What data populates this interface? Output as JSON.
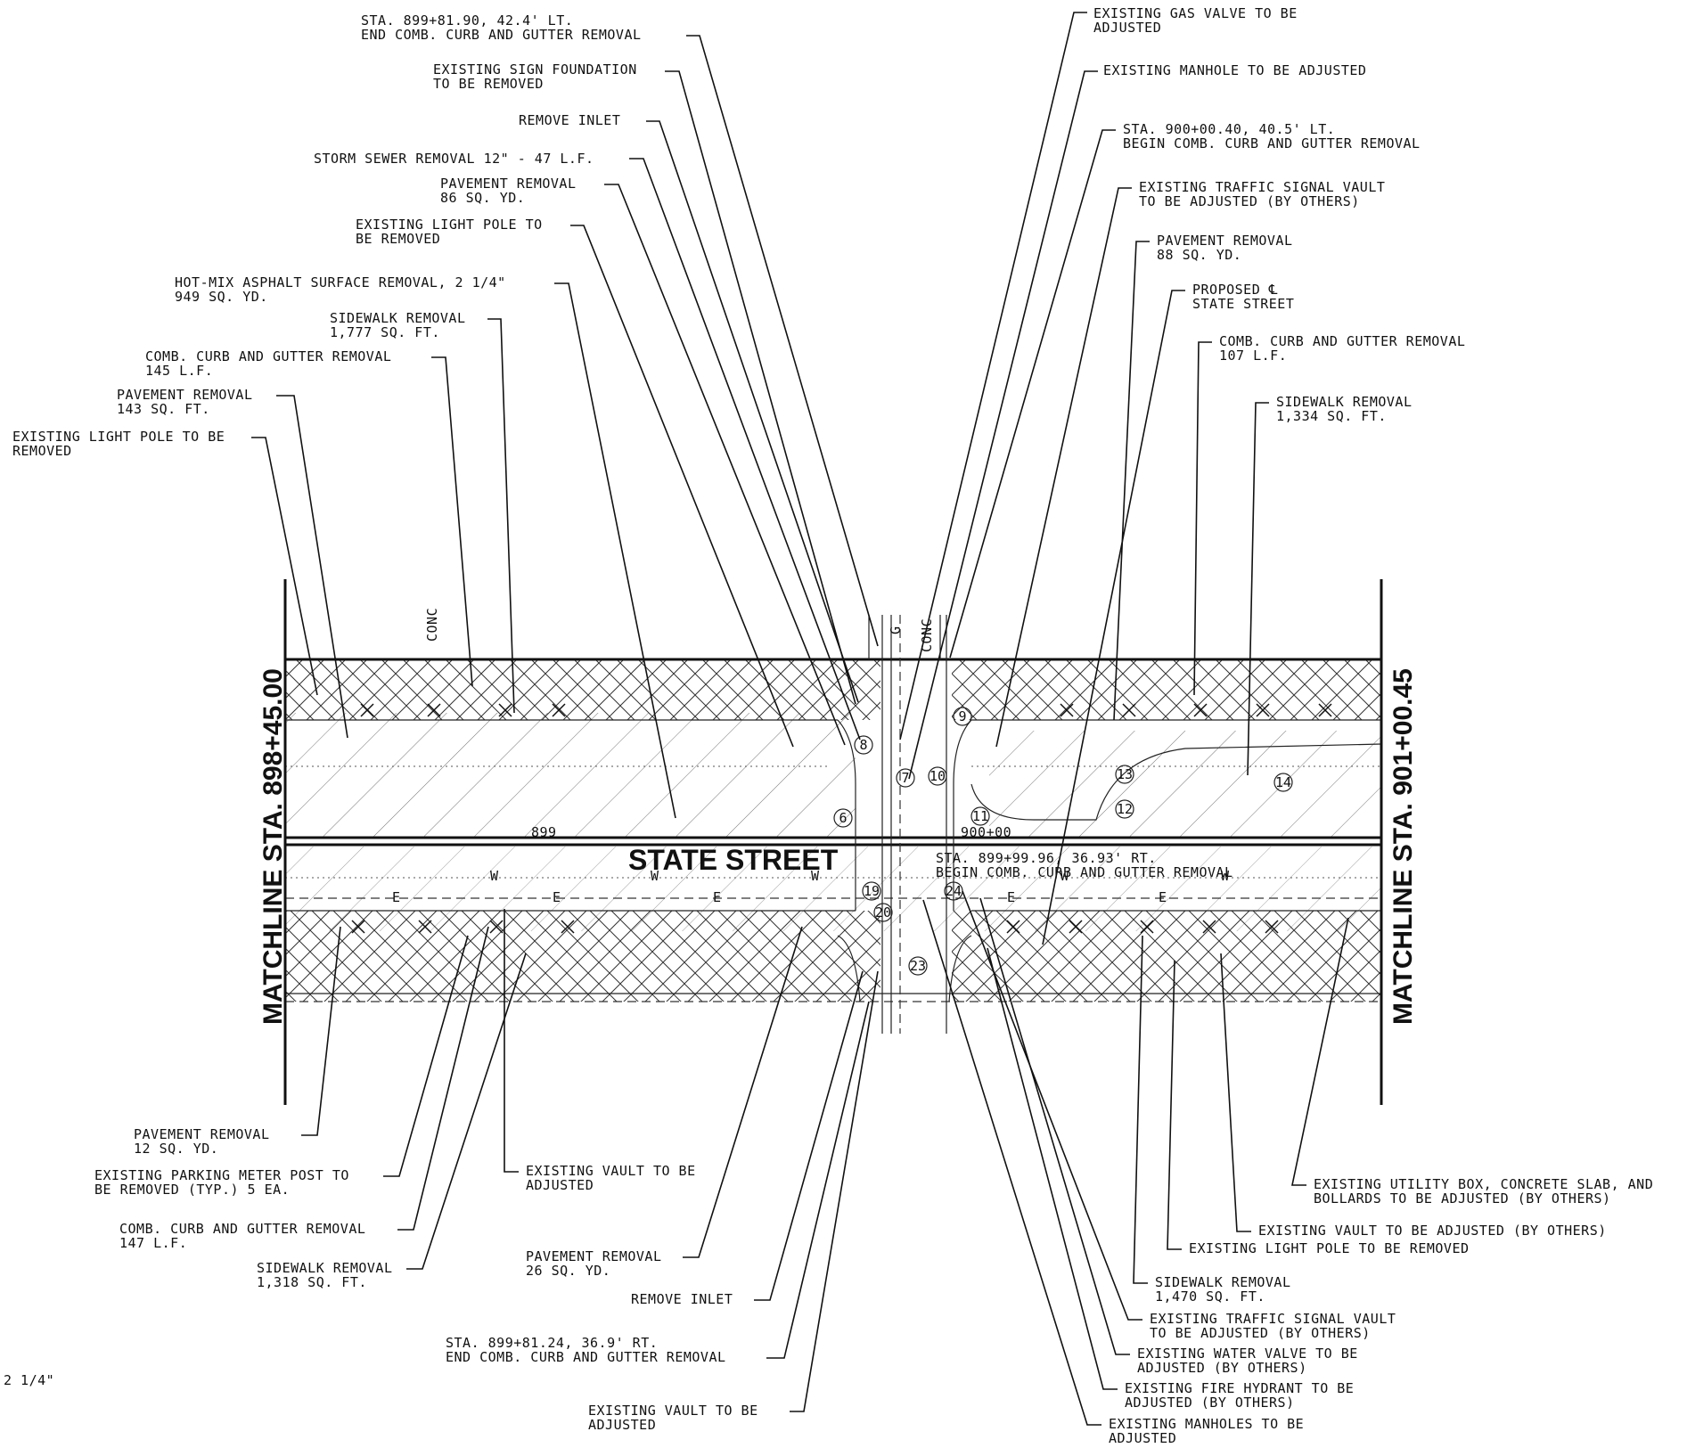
{
  "street_name": "STATE STREET",
  "matchline_left": "MATCHLINE STA. 898+45.00",
  "matchline_right": "MATCHLINE STA. 901+00.45",
  "station_899": "899",
  "station_900": "900+00",
  "conc_left": "CONC",
  "conc_right": "CONC",
  "gas_mark": "G",
  "water_mark": "W",
  "electric_mark": "E",
  "edge_note": "2 1/4\"",
  "callouts": {
    "top_left": [
      [
        "STA. 899+81.90, 42.4' LT.",
        "END COMB. CURB AND GUTTER REMOVAL"
      ],
      [
        "EXISTING SIGN FOUNDATION",
        "TO BE REMOVED"
      ],
      [
        "REMOVE INLET"
      ],
      [
        "STORM SEWER REMOVAL 12\" - 47 L.F."
      ],
      [
        "PAVEMENT REMOVAL",
        "86 SQ. YD."
      ],
      [
        "EXISTING LIGHT POLE TO",
        "BE REMOVED"
      ],
      [
        "HOT-MIX ASPHALT SURFACE REMOVAL, 2 1/4\"",
        "949 SQ. YD."
      ],
      [
        "SIDEWALK REMOVAL",
        "1,777 SQ. FT."
      ],
      [
        "COMB. CURB AND GUTTER REMOVAL",
        "145 L.F."
      ],
      [
        "PAVEMENT REMOVAL",
        "143 SQ. FT."
      ],
      [
        "EXISTING LIGHT POLE TO BE",
        "REMOVED"
      ]
    ],
    "top_right": [
      [
        "EXISTING GAS VALVE TO BE",
        "ADJUSTED"
      ],
      [
        "EXISTING MANHOLE TO BE ADJUSTED"
      ],
      [
        "STA. 900+00.40, 40.5' LT.",
        "BEGIN COMB. CURB AND GUTTER REMOVAL"
      ],
      [
        "EXISTING TRAFFIC SIGNAL VAULT",
        "TO BE ADJUSTED (BY OTHERS)"
      ],
      [
        "PAVEMENT REMOVAL",
        "88 SQ. YD."
      ],
      [
        "PROPOSED ℄",
        "STATE STREET"
      ],
      [
        "COMB. CURB AND GUTTER REMOVAL",
        "107 L.F."
      ],
      [
        "SIDEWALK REMOVAL",
        "1,334 SQ. FT."
      ]
    ],
    "center": [
      "STA. 899+99.96, 36.93' RT.",
      "BEGIN COMB. CURB AND GUTTER REMOVAL"
    ],
    "bottom_left": [
      [
        "PAVEMENT REMOVAL",
        "12 SQ. YD."
      ],
      [
        "EXISTING PARKING METER POST TO",
        "BE REMOVED (TYP.) 5 EA."
      ],
      [
        "COMB. CURB AND GUTTER REMOVAL",
        "147 L.F."
      ],
      [
        "SIDEWALK REMOVAL",
        "1,318 SQ. FT."
      ]
    ],
    "bottom_center": [
      [
        "EXISTING VAULT TO BE",
        "ADJUSTED"
      ],
      [
        "PAVEMENT REMOVAL",
        "26 SQ. YD."
      ],
      [
        "REMOVE INLET"
      ],
      [
        "STA. 899+81.24, 36.9' RT.",
        "END COMB. CURB AND GUTTER REMOVAL"
      ],
      [
        "EXISTING VAULT TO BE",
        "ADJUSTED"
      ]
    ],
    "bottom_right": [
      [
        "EXISTING UTILITY BOX, CONCRETE SLAB, AND",
        "BOLLARDS TO BE ADJUSTED (BY OTHERS)"
      ],
      [
        "EXISTING VAULT TO BE ADJUSTED (BY OTHERS)"
      ],
      [
        "EXISTING LIGHT POLE TO BE REMOVED"
      ],
      [
        "SIDEWALK REMOVAL",
        "1,470 SQ. FT."
      ],
      [
        "EXISTING TRAFFIC SIGNAL VAULT",
        "TO BE ADJUSTED (BY OTHERS)"
      ],
      [
        "EXISTING WATER VALVE TO BE",
        "ADJUSTED (BY OTHERS)"
      ],
      [
        "EXISTING FIRE HYDRANT TO BE",
        "ADJUSTED (BY OTHERS)"
      ],
      [
        "EXISTING MANHOLES TO BE",
        "ADJUSTED"
      ]
    ]
  },
  "point_numbers": [
    "6",
    "7",
    "8",
    "9",
    "10",
    "11",
    "12",
    "13",
    "14",
    "19",
    "20",
    "23",
    "24"
  ]
}
